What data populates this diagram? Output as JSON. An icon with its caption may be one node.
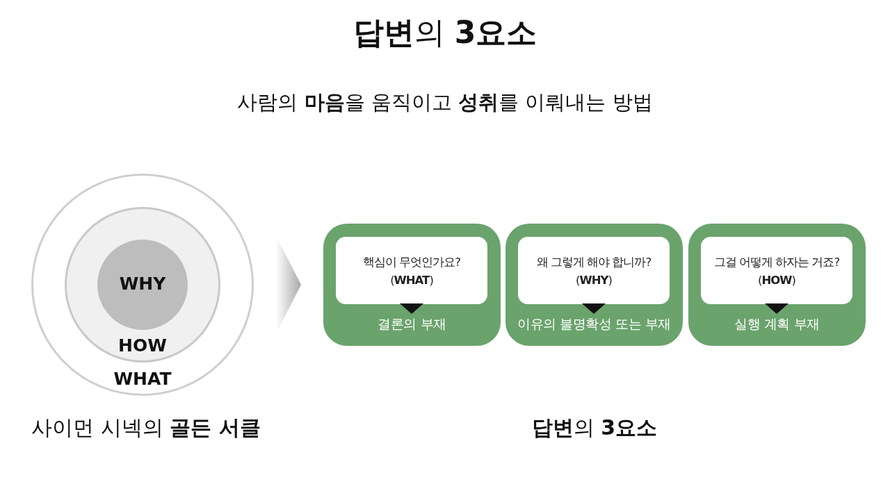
{
  "diagram": {
    "title": "**답변**의 **3요소**",
    "nodes": [
      {
        "text": [
          "WHAT"
        ]
      },
      {
        "text": [
          "HOW"
        ],
        "in": 0
      },
      {
        "text": [
          "WHY"
        ],
        "in": 1
      },
      {
        "text": [
          "결론의 부재"
        ]
      },
      {
        "text": [
          "핵심이 무엇인가요? (**WHAT**)"
        ],
        "in": 3
      },
      {
        "text": [
          "이유의 불명확성 또는 부재"
        ]
      },
      {
        "text": [
          "왜 그렇게 해야 합니까? (**WHY**)"
        ],
        "in": 5
      },
      {
        "text": [
          "실행 계획 부재"
        ]
      },
      {
        "text": [
          "그걸 어떻게 하자는 거죠? (**HOW**)"
        ],
        "in": 7
      }
    ],
    "edges": [
      {
        "from": 0,
        "to": 3,
        "arrow": "to"
      }
    ],
    "labels": [
      "사람의 **마음**을 움직이고 **성취**를 이뤄내는 방법",
      "사이먼 시넥의 **골든 서클**",
      "**답변**의 **3요소**"
    ]
  }
}
